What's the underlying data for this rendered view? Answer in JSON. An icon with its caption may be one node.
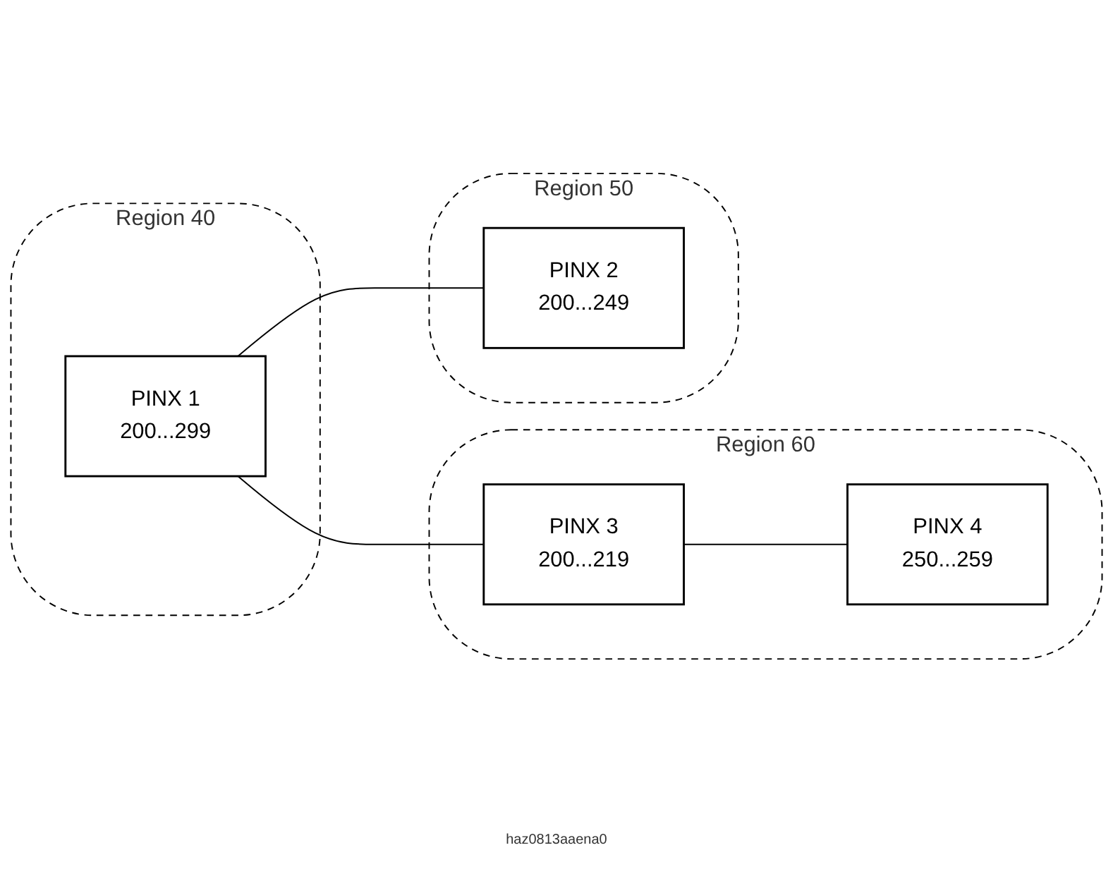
{
  "diagram": {
    "nodes": [
      {
        "text": [
          "Region 40"
        ]
      },
      {
        "text": [
          "PINX 1",
          "200...299"
        ],
        "in": 0
      },
      {
        "text": [
          "Region 60"
        ]
      },
      {
        "text": [
          "PINX 3",
          "200...219"
        ],
        "in": 2
      },
      {
        "text": [
          "PINX 4",
          "250...259"
        ],
        "in": 2
      },
      {
        "text": [
          "Region 50"
        ]
      },
      {
        "text": [
          "PINX 2",
          "200...249"
        ],
        "in": 5
      }
    ],
    "edges": [
      {
        "from": 1,
        "to": 3,
        "arrow": "none"
      },
      {
        "from": 3,
        "to": 4,
        "arrow": "none"
      },
      {
        "from": 1,
        "to": 6,
        "arrow": "none"
      }
    ],
    "labels": [
      "haz0813aaena0"
    ]
  }
}
